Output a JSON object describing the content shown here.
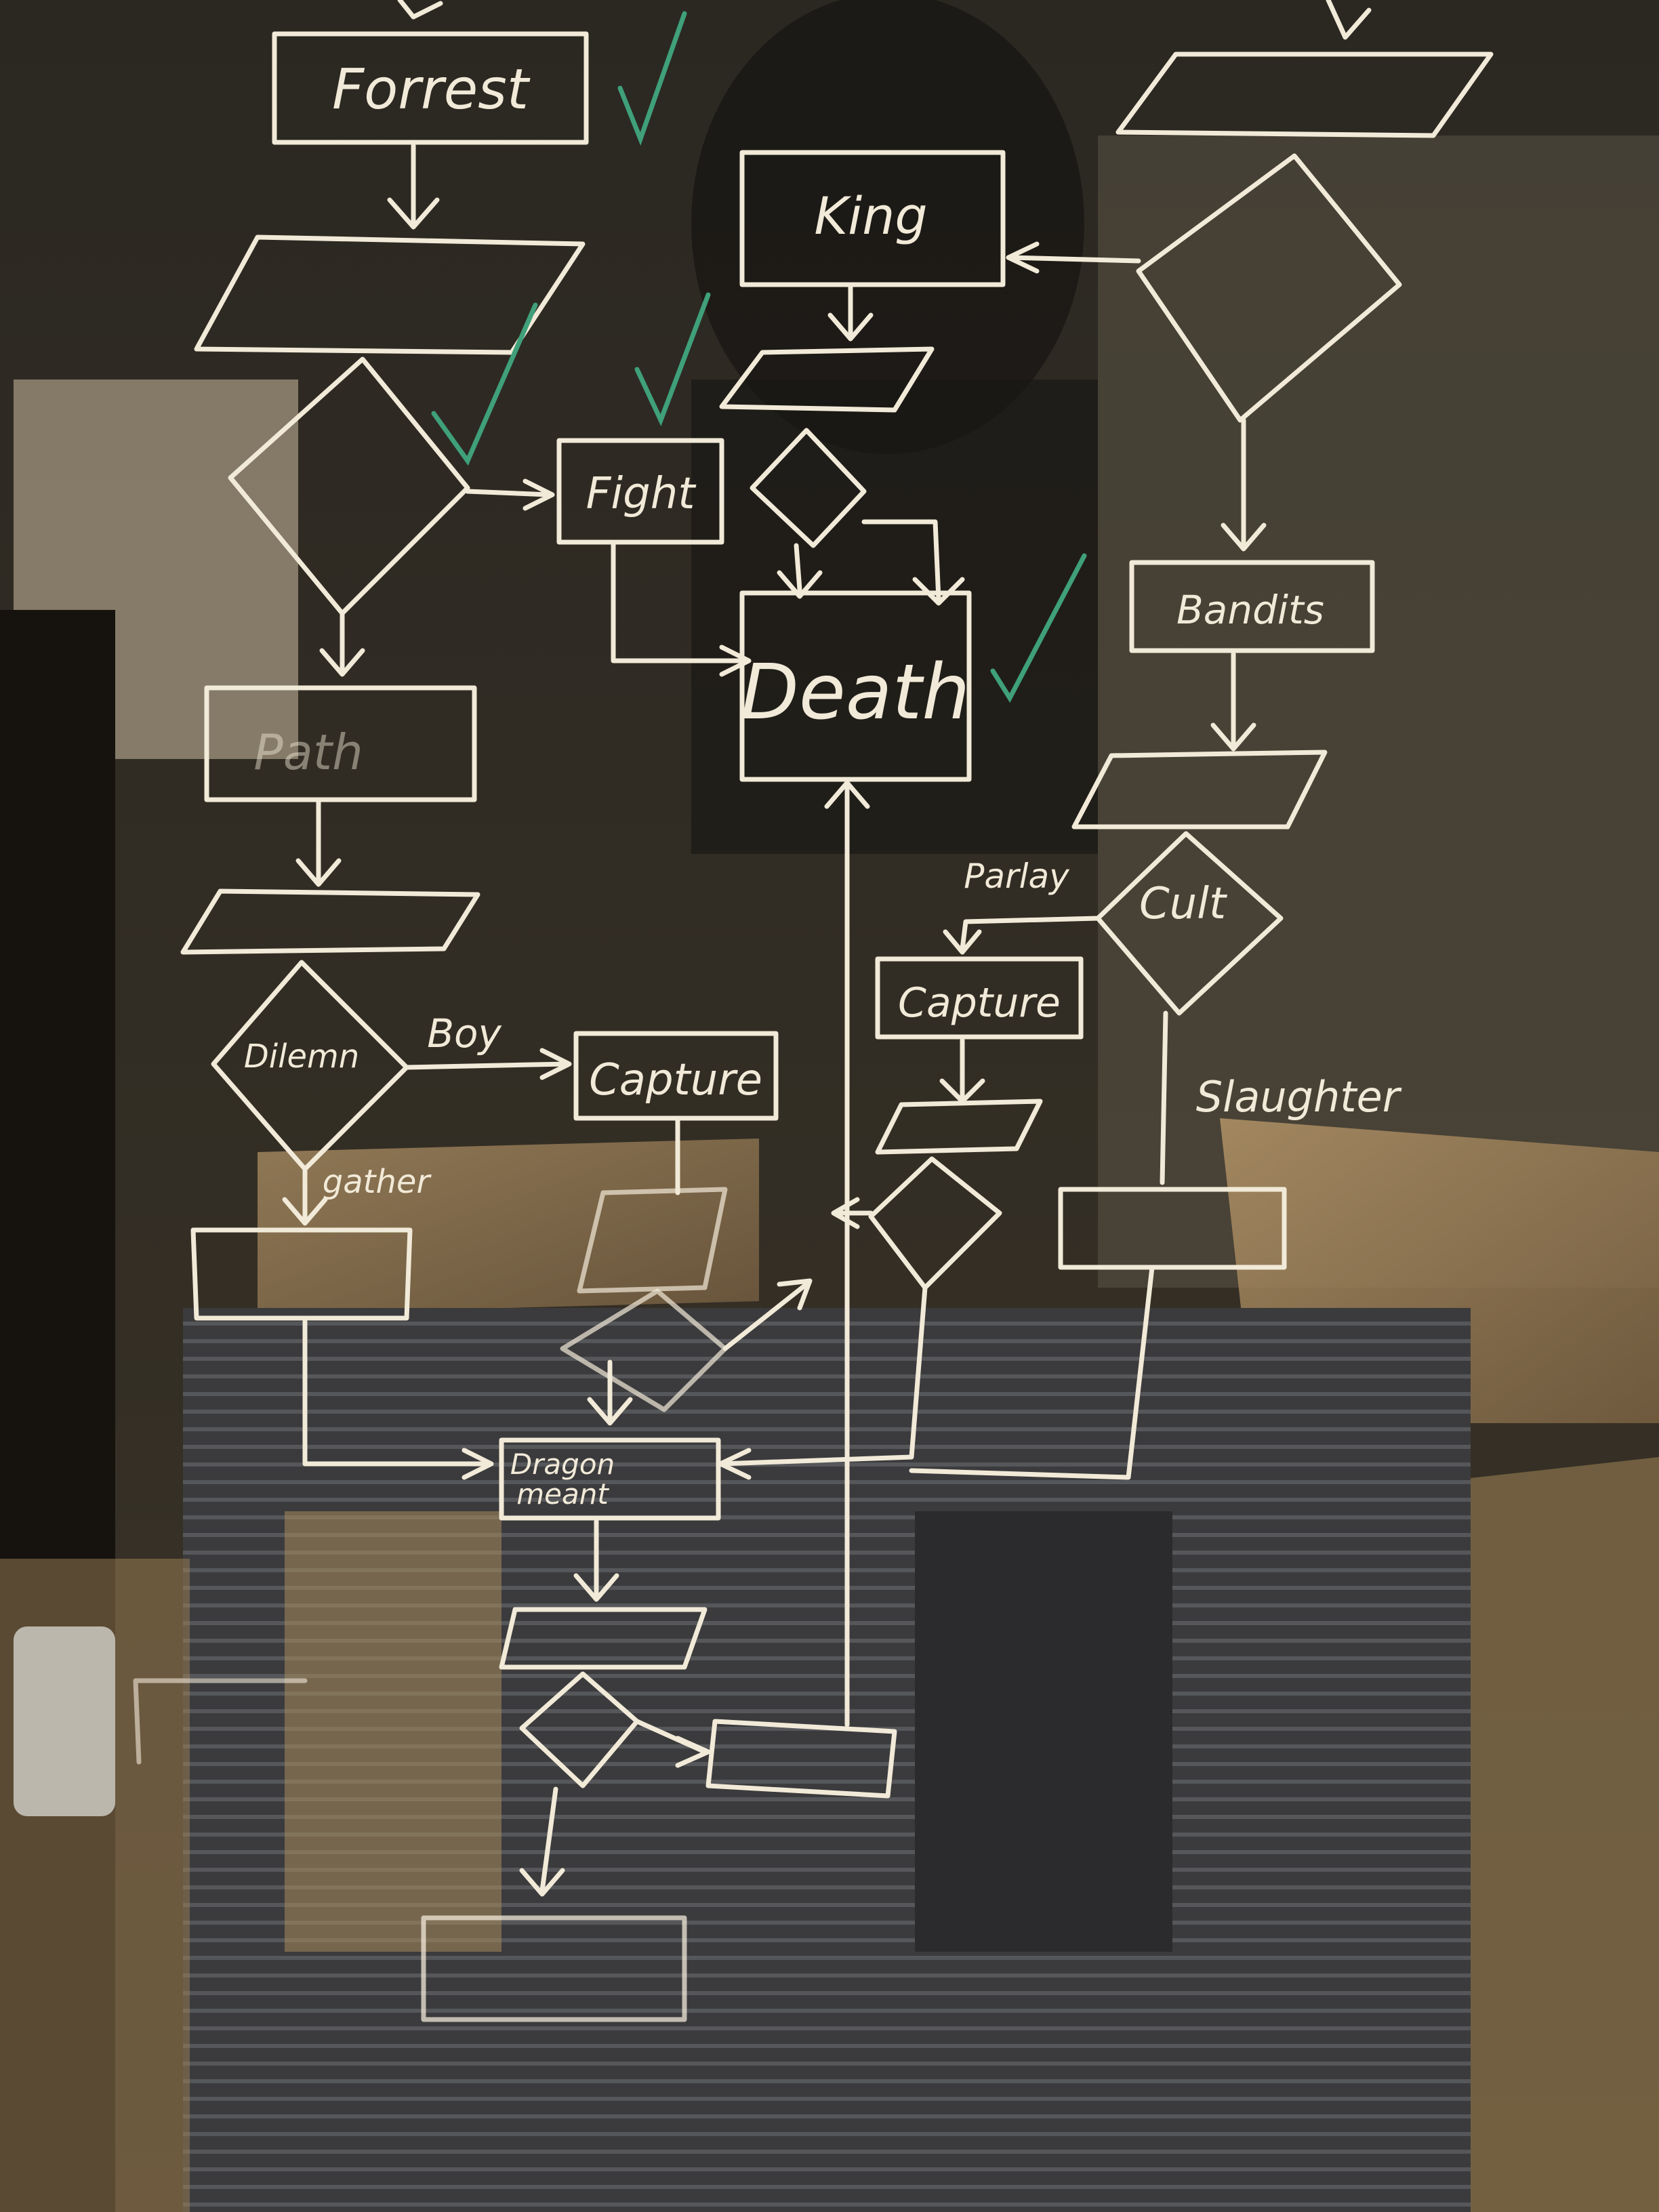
{
  "image": {
    "kind": "photo of a handwritten flowchart on a glass board"
  },
  "colors": {
    "ink": "#f2ead8",
    "check": "#3fa07a",
    "glass_dark": "#2a2621",
    "wood": "#a08158"
  },
  "nodes": {
    "forrest": "Forrest",
    "king": "King",
    "fight": "Fight",
    "death": "Death",
    "path": "Path",
    "bandits": "Bandits",
    "cult": "Cult",
    "dilemma": "Dilemn",
    "capture_left": "Capture",
    "capture_right": "Capture",
    "dragon": "Dragon\nmeant"
  },
  "edge_labels": {
    "boy": "Boy",
    "gather": "gather",
    "parlay": "Parlay",
    "slaughter": "Slaughter"
  },
  "checkmarks": 4
}
